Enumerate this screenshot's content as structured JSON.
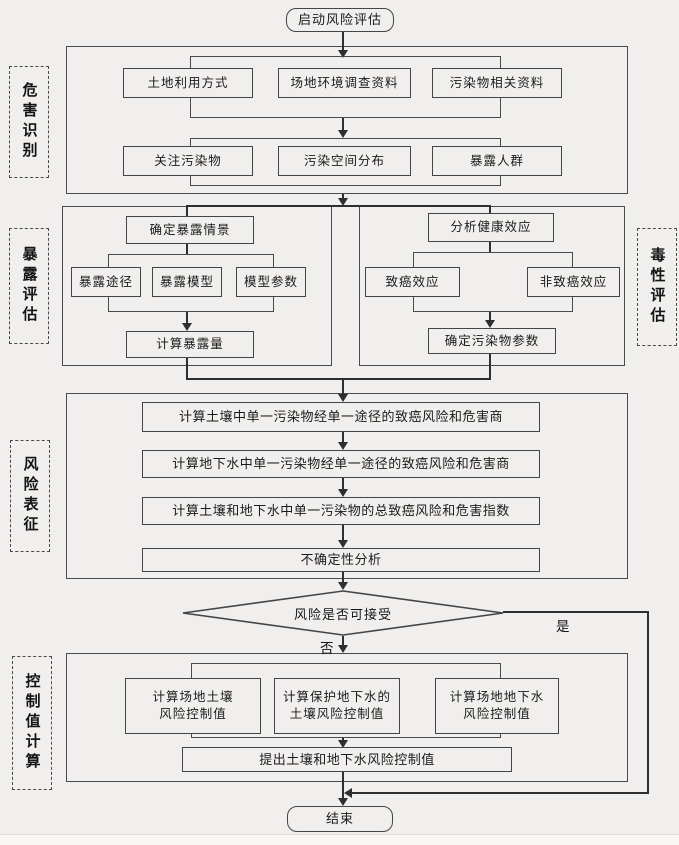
{
  "page": {
    "background": "#f1efed",
    "bottom_strip_color": "#f8f7f5",
    "line_color": "#2f2f2f",
    "text_color": "#1b1b1b"
  },
  "flow": {
    "start_label": "启动风险评估",
    "end_label": "结束",
    "hazard": {
      "section_label": "危害识别",
      "row1": [
        "土地利用方式",
        "场地环境调查资料",
        "污染物相关资料"
      ],
      "row2": [
        "关注污染物",
        "污染空间分布",
        "暴露人群"
      ]
    },
    "exposure": {
      "section_label": "暴露评估",
      "scenario": "确定暴露情景",
      "pathway": "暴露途径",
      "model": "暴露模型",
      "parameters": "模型参数",
      "calculate": "计算暴露量"
    },
    "toxicity": {
      "section_label": "毒性评估",
      "health_effects": "分析健康效应",
      "carcinogenic": "致癌效应",
      "non_carcinogenic": "非致癌效应",
      "contaminant_parameters": "确定污染物参数"
    },
    "characterization": {
      "section_label": "风险表征",
      "steps": [
        "计算土壤中单一污染物经单一途径的致癌风险和危害商",
        "计算地下水中单一污染物经单一途径的致癌风险和危害商",
        "计算土壤和地下水中单一污染物的总致癌风险和危害指数",
        "不确定性分析"
      ]
    },
    "decision": {
      "question": "风险是否可接受",
      "yes": "是",
      "no": "否"
    },
    "control": {
      "section_label": "控制值计算",
      "site_soil": "计算场地土壤\n风险控制值",
      "protect_groundwater": "计算保护地下水的\n土壤风险控制值",
      "site_groundwater": "计算场地地下水\n风险控制值",
      "propose": "提出土壤和地下水风险控制值"
    }
  }
}
